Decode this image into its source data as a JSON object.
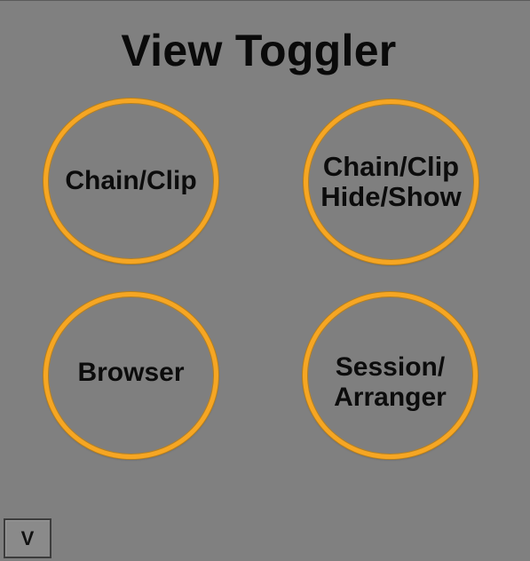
{
  "panel": {
    "title": "View Toggler"
  },
  "buttons": {
    "chain_clip": "Chain/Clip",
    "chain_clip_hide_show": "Chain/Clip\nHide/Show",
    "browser": "Browser",
    "session_arranger": "Session/\nArranger"
  },
  "corner_button": {
    "label": "V"
  },
  "colors": {
    "background": "#808080",
    "ring": "#f6a623",
    "text": "#0c0c0c"
  }
}
